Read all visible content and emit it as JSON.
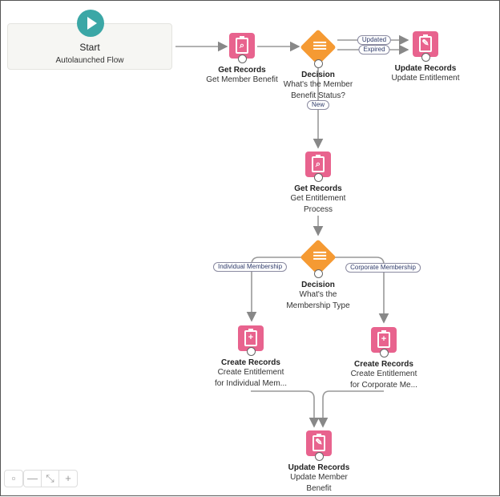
{
  "start": {
    "title": "Start",
    "subtitle": "Autolaunched Flow"
  },
  "nodes": [
    {
      "kind": "Get Records",
      "label": "Get Member Benefit"
    },
    {
      "kind": "Decision",
      "label1": "What's the Member",
      "label2": "Benefit Status?"
    },
    {
      "kind": "Update Records",
      "label": "Update Entitlement"
    },
    {
      "kind": "Get Records",
      "label1": "Get Entitlement",
      "label2": "Process"
    },
    {
      "kind": "Decision",
      "label1": "What's the",
      "label2": "Membership Type"
    },
    {
      "kind": "Create Records",
      "label1": "Create Entitlement",
      "label2": "for Individual Mem..."
    },
    {
      "kind": "Create Records",
      "label1": "Create Entitlement",
      "label2": "for Corporate Me..."
    },
    {
      "kind": "Update Records",
      "label1": "Update Member",
      "label2": "Benefit"
    }
  ],
  "connectors": {
    "updated": "Updated",
    "expired": "Expired",
    "new": "New",
    "individual": "Individual Membership",
    "corporate": "Corporate Membership"
  },
  "controls": {
    "minus": "—",
    "fit": "⤡",
    "plus": "+"
  },
  "colors": {
    "start": "#3ba7a6",
    "record": "#e8638e",
    "decision": "#f59a33"
  }
}
